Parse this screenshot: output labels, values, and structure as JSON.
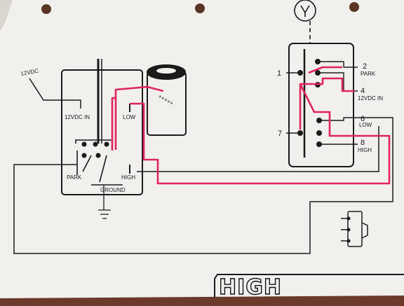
{
  "colors": {
    "paper": "#f1f0ec",
    "ink": "#1a1a1a",
    "highlight": "#e0245e",
    "background": "#6b3a2a"
  },
  "diagram": {
    "supply_label": "12VDC",
    "left_switch": {
      "in_label": "12VDC IN",
      "park_label": "PARK",
      "low_label": "LOW",
      "high_label": "HIGH",
      "ground_label": "GROUND"
    },
    "capacitor": {
      "mark_label": "+++++"
    },
    "right_switch": {
      "pin_1": "1",
      "pin_2": "2",
      "pin_4": "4",
      "pin_6": "6",
      "pin_7": "7",
      "pin_8": "8",
      "park_label": "PARK",
      "in_label": "12VDC IN",
      "low_label": "LOW",
      "high_label": "HIGH"
    },
    "mode_title": "HIGH"
  }
}
